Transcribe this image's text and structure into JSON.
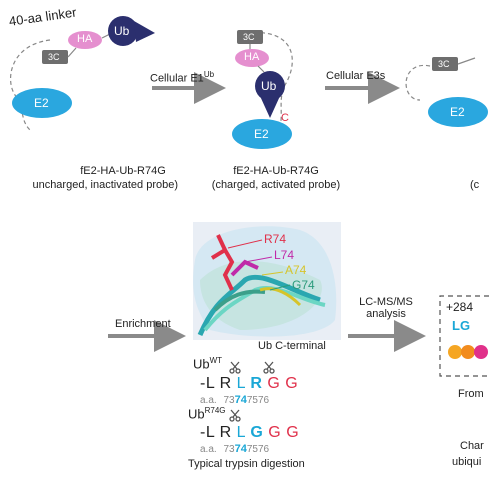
{
  "colors": {
    "e2": "#2aa7df",
    "ub": "#2b2f6e",
    "ha": "#e58fcf",
    "tag_3c": "#6e6e6e",
    "arrow": "#8a8a8a",
    "red": "#e0304a",
    "cyan": "#1aa7d6",
    "magenta": "#c02aa8",
    "yellow": "#d6c42a",
    "green": "#2a9a7a"
  },
  "top": {
    "linker_label": "40-aa linker",
    "ha_label": "HA",
    "ub_label": "Ub",
    "tag_label": "3C",
    "e2_label": "E2",
    "cys_label": "C",
    "arrow1_label_main": "Cellular E1",
    "arrow1_label_sup": "Ub",
    "arrow2_label": "Cellular E3s",
    "probe1_line1": "fE2-HA-Ub-R74G",
    "probe1_line2": "uncharged, inactivated probe)",
    "probe2_line1": "fE2-HA-Ub-R74G",
    "probe2_line2": "(charged, activated probe)",
    "probe3_partial": "(c"
  },
  "middle": {
    "enrichment_label": "Enrichment",
    "lcms_line1": "LC-MS/MS",
    "lcms_line2": "analysis",
    "structure_caption": "Ub C-terminal",
    "residue_labels": [
      "R74",
      "L74",
      "A74",
      "G74"
    ],
    "mass_partial": "+284",
    "lg_partial": "LG",
    "from_partial": "From",
    "char_partial": "Char",
    "ubiq_partial": "ubiqui"
  },
  "sequences": {
    "wt_label": "Ub",
    "wt_sup": "WT",
    "wt_seq": [
      "-L",
      "R",
      "L",
      "R",
      "G",
      "G"
    ],
    "r74g_label": "Ub",
    "r74g_sup": "R74G",
    "r74g_seq": [
      "-L",
      "R",
      "L",
      "G",
      "G",
      "G"
    ],
    "aa_prefix": "a.a.",
    "positions": [
      "73",
      "74",
      "75",
      "76"
    ],
    "digestion_caption": "Typical trypsin digestion"
  }
}
